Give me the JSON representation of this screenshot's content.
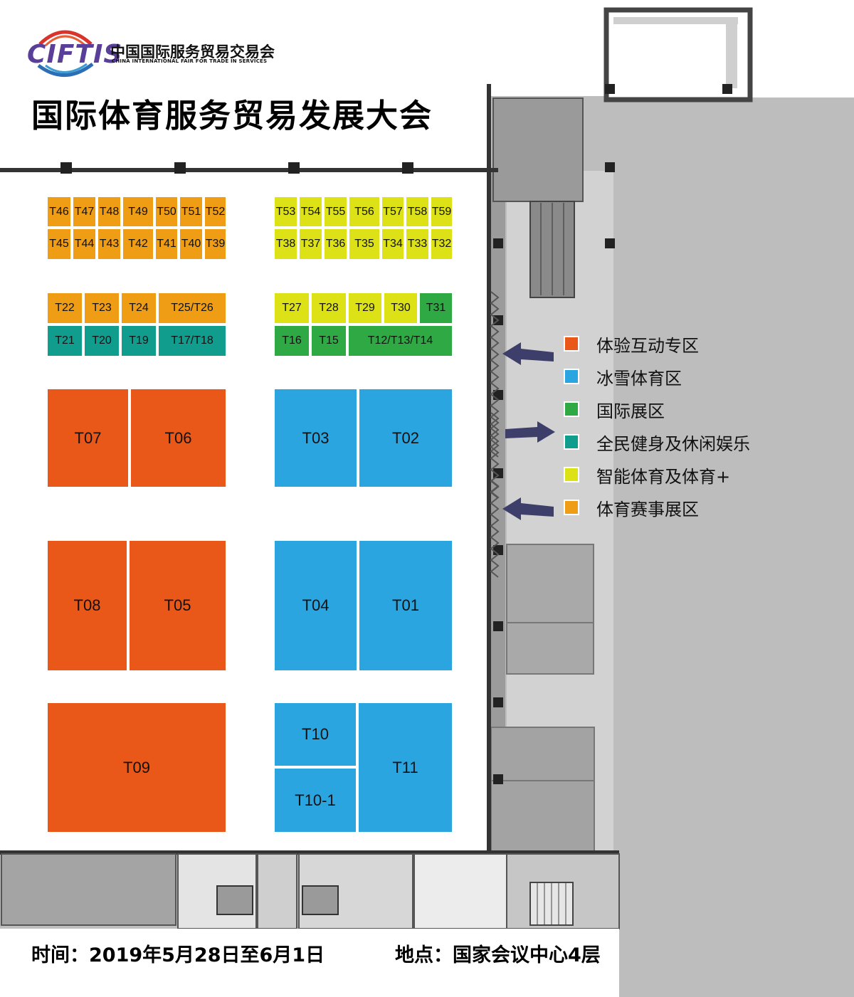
{
  "header": {
    "logo_text": "CIFTIS",
    "logo_cn": "中国国际服务贸易交易会",
    "logo_en": "CHINA INTERNATIONAL FAIR FOR TRADE IN SERVICES",
    "title": "国际体育服务贸易发展大会"
  },
  "legend": [
    {
      "label": "体验互动专区",
      "color": "#e95719"
    },
    {
      "label": "冰雪体育区",
      "color": "#2ba5e0"
    },
    {
      "label": "国际展区",
      "color": "#2ea944"
    },
    {
      "label": "全民健身及休闲娱乐",
      "color": "#119d8e"
    },
    {
      "label": "智能体育及体育+",
      "color": "#dde216"
    },
    {
      "label": "体育赛事展区",
      "color": "#f09d16"
    }
  ],
  "booths": {
    "row1_left": [
      "T46",
      "T47",
      "T48",
      "T49",
      "T50",
      "T51",
      "T52"
    ],
    "row2_left": [
      "T45",
      "T44",
      "T43",
      "T42",
      "T41",
      "T40",
      "T39"
    ],
    "row1_right": [
      "T53",
      "T54",
      "T55",
      "T56",
      "T57",
      "T58",
      "T59"
    ],
    "row2_right": [
      "T38",
      "T37",
      "T36",
      "T35",
      "T34",
      "T33",
      "T32"
    ],
    "row3_left": [
      "T22",
      "T23",
      "T24",
      "T25/T26"
    ],
    "row4_left": [
      "T21",
      "T20",
      "T19",
      "T17/T18"
    ],
    "row3_right": [
      "T27",
      "T28",
      "T29",
      "T30",
      "T31"
    ],
    "row4_right": [
      "T16",
      "T15",
      "T12/T13/T14"
    ],
    "large": {
      "t07": "T07",
      "t06": "T06",
      "t03": "T03",
      "t02": "T02",
      "t08": "T08",
      "t05": "T05",
      "t04": "T04",
      "t01": "T01",
      "t09": "T09",
      "t10": "T10",
      "t10_1": "T10-1",
      "t11": "T11"
    }
  },
  "footer": {
    "date": "时间：2019年5月28日至6月1日",
    "venue": "地点：国家会议中心4层"
  }
}
